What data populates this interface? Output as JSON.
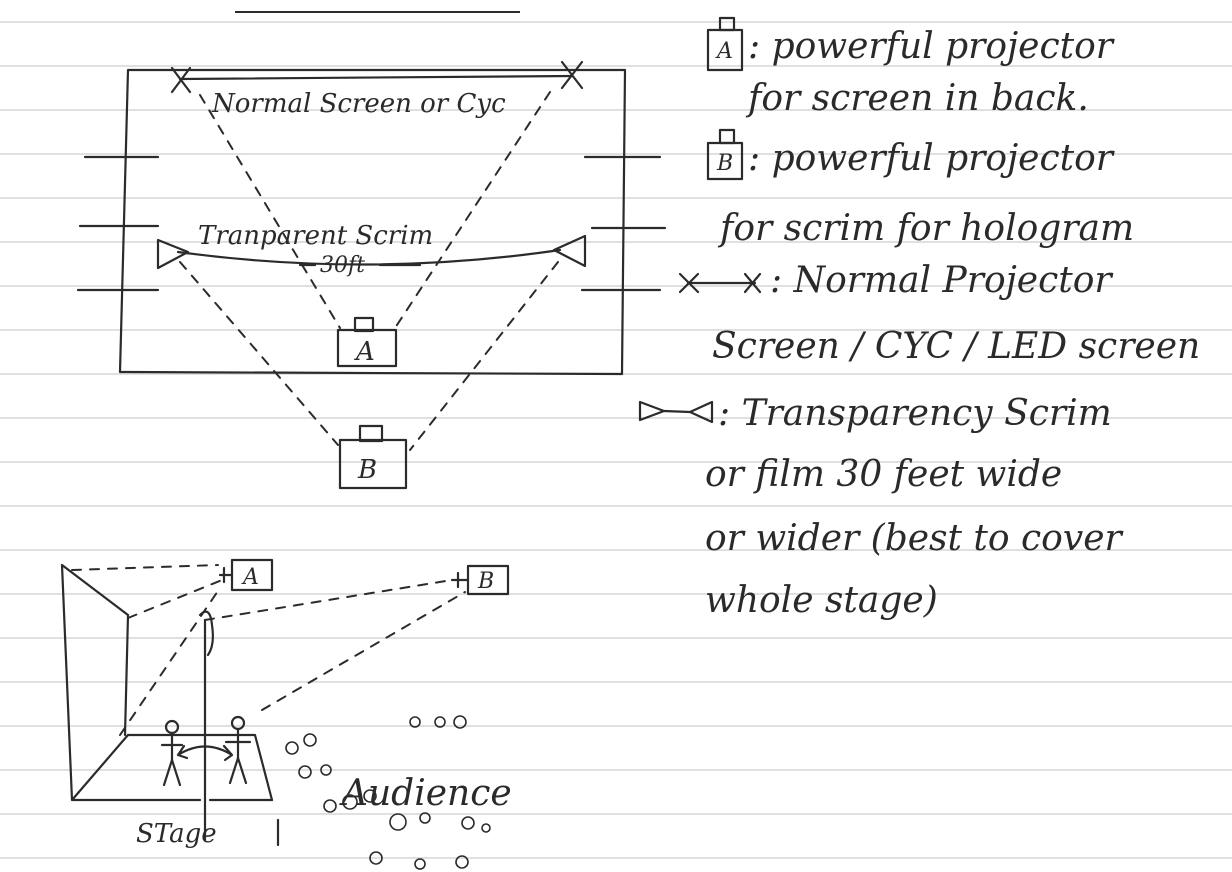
{
  "diagram": {
    "top_view": {
      "screen_label": "Normal Screen or Cyc",
      "scrim_label": "Tranparent Scrim",
      "scrim_width_label": "30ft",
      "projector_a": "A",
      "projector_b": "B"
    },
    "side_view": {
      "projector_a": "A",
      "projector_b": "B",
      "stage_label": "STage",
      "audience_label": "Audience"
    },
    "legend": {
      "a_line1": ": powerful projector",
      "a_line2": "for screen in back.",
      "b_line1": ": powerful projector",
      "b_line2": "for scrim for hologram",
      "x_line1": ": Normal Projector",
      "x_line2": "Screen / CYC / LED screen",
      "s_line1": ": Transparency Scrim",
      "s_line2": "or film 30 feet wide",
      "s_line3": "or wider (best to cover",
      "s_line4": "whole stage)",
      "a_icon": "A",
      "b_icon": "B"
    }
  }
}
